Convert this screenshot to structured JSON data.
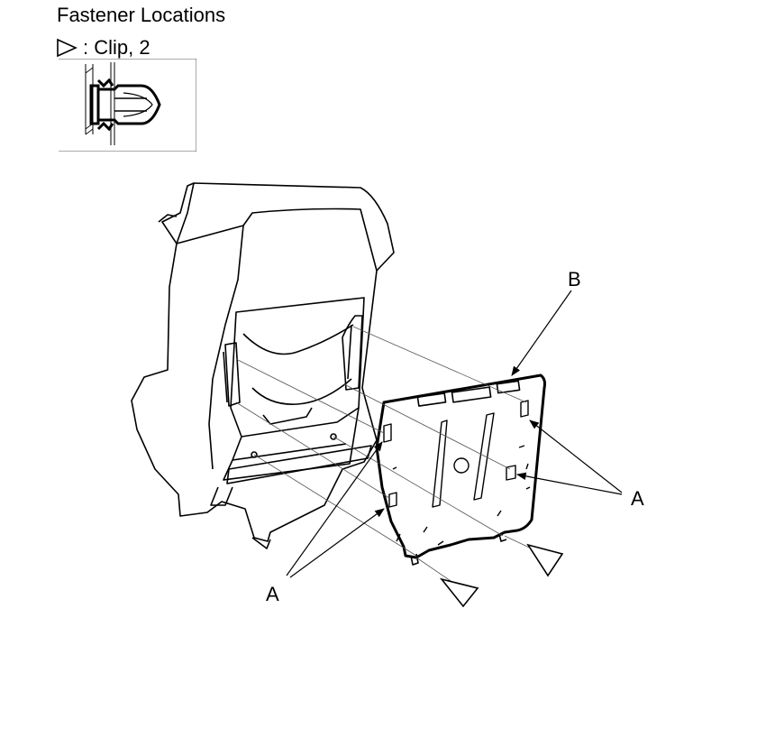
{
  "header": {
    "title": "Fastener Locations"
  },
  "legend": {
    "label": ": Clip, 2",
    "icon": "triangle-outline-icon"
  },
  "callouts": {
    "a_right": "A",
    "a_left": "A",
    "b": "B"
  },
  "colors": {
    "line": "#000000",
    "background": "#ffffff",
    "thin_line": "#555555"
  }
}
